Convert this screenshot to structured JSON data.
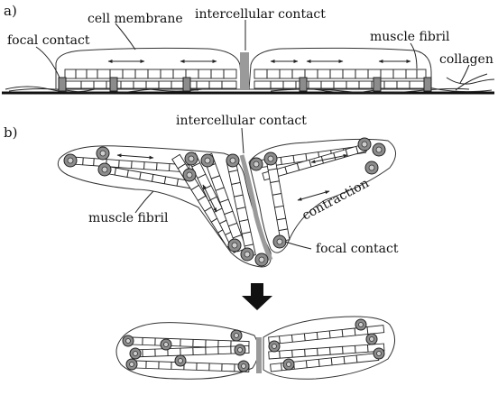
{
  "panel_a": {
    "letter": "a)",
    "labels": {
      "cell_membrane": "cell membrane",
      "intercellular_contact": "intercellular contact",
      "focal_contact": "focal contact",
      "muscle_fibril": "muscle fibril",
      "collagen": "collagen"
    }
  },
  "panel_b": {
    "letter": "b)",
    "labels": {
      "intercellular_contact": "intercellular contact",
      "muscle_fibril": "muscle fibril",
      "contraction": "contraction",
      "focal_contact": "focal contact"
    }
  },
  "colors": {
    "outline": "#222222",
    "focal_contact": "#8c8c8c",
    "intercellular_contact": "#9a9a9a",
    "arrow": "#111111"
  }
}
